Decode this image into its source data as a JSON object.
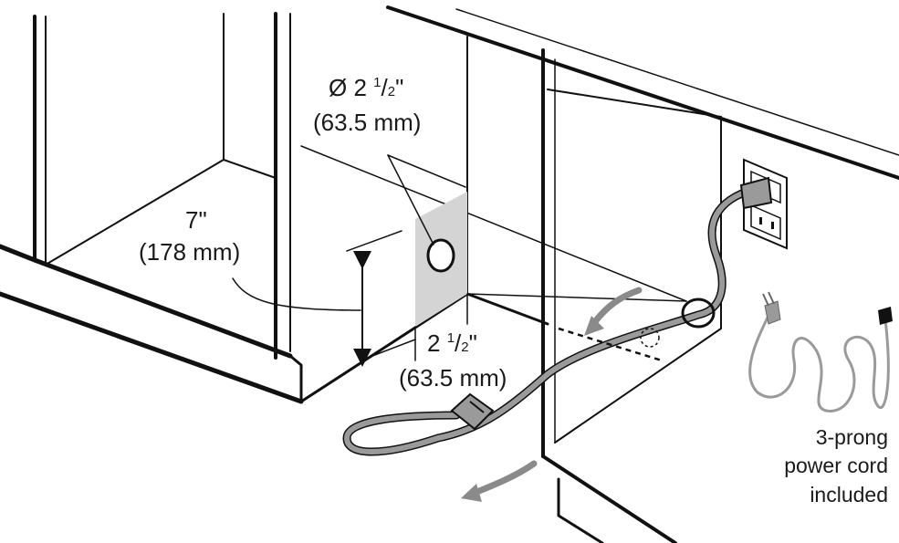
{
  "labels": {
    "hole_diameter": {
      "prefix": "Ø 2 ",
      "num": "1",
      "slash": "/",
      "den": "2",
      "suffix": "\""
    },
    "hole_diameter_metric": "(63.5 mm)",
    "height_imperial": "7\"",
    "height_metric": "(178 mm)",
    "offset_imperial": {
      "prefix": "2 ",
      "num": "1",
      "slash": "/",
      "den": "2",
      "suffix": "\""
    },
    "offset_metric": "(63.5 mm)",
    "cord_note": [
      "3-prong",
      "power cord",
      "included"
    ]
  },
  "icons": {
    "outlet": "wall-outlet-icon",
    "plug": "plug-icon",
    "arrow": "routing-arrow-icon",
    "cord": "power-cord-icon"
  },
  "colors": {
    "ink": "#111111",
    "cord_gray": "#9a9a9a",
    "shade": "#d4d4d4",
    "arrow_gray": "#8a8a8a"
  }
}
